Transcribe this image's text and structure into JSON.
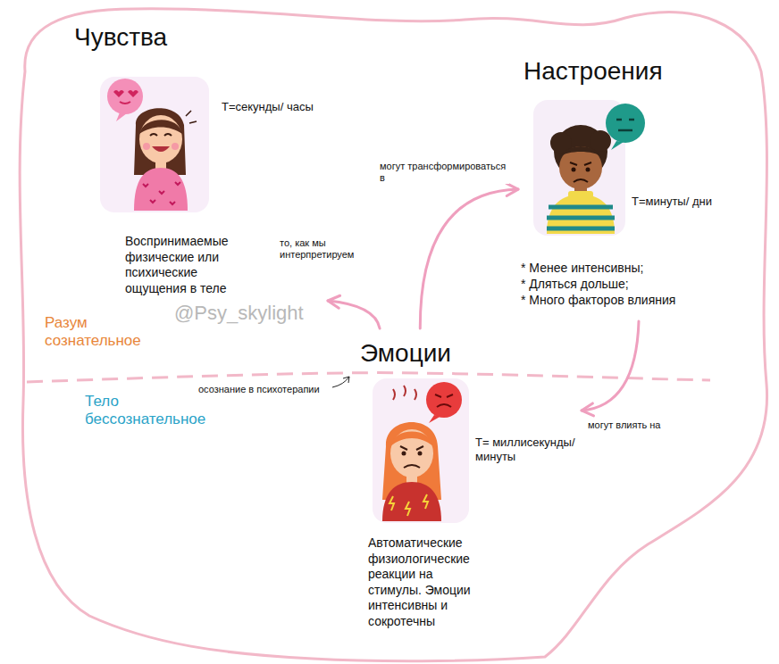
{
  "diagram": {
    "nodes": [
      {
        "text": [
          "Чувства",
          "T=секунды/ часы",
          "Воспринимаемые физические или психические ощущения в теле"
        ]
      },
      {
        "text": [
          "Настроения",
          "T=минуты/ дни",
          "* Менее интенсивны;",
          "* Дляться дольше;",
          "* Много факторов влияния"
        ]
      },
      {
        "text": [
          "Эмоции",
          "T= миллисекунды/ минуты",
          "Автоматические физиологические реакции на стимулы. Эмоции интенсивны и сокротечны"
        ]
      }
    ],
    "edges": [
      {
        "from": 2,
        "to": 0,
        "arrow": "to",
        "label": "то, как мы интерпретируем"
      },
      {
        "from": 2,
        "to": 1,
        "arrow": "to",
        "label": "могут трансформироваться в"
      },
      {
        "from": 1,
        "to": 2,
        "arrow": "to",
        "label": "могут влиять на"
      }
    ],
    "labels": [
      "Разум сознательное",
      "Тело бессознательное",
      "осознание в психотерапии",
      "@Psy_skylight"
    ]
  }
}
